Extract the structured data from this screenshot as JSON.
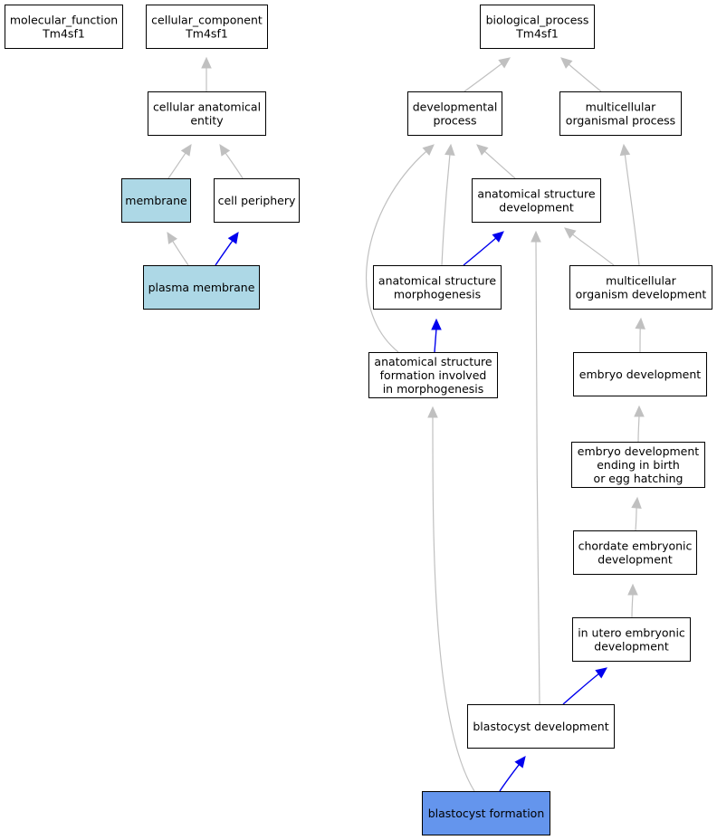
{
  "colors": {
    "default_fill": "#ffffff",
    "highlight_fill": "#add8e6",
    "focus_fill": "#6495ed",
    "edge_is_a": "#c0c0c0",
    "edge_part_of": "#0000ee"
  },
  "nodes": [
    {
      "id": "mf",
      "lines": [
        "molecular_function",
        "Tm4sf1"
      ],
      "fill": "default"
    },
    {
      "id": "cc",
      "lines": [
        "cellular_component",
        "Tm4sf1"
      ],
      "fill": "default"
    },
    {
      "id": "bp",
      "lines": [
        "biological_process",
        "Tm4sf1"
      ],
      "fill": "default"
    },
    {
      "id": "cae",
      "lines": [
        "cellular anatomical",
        "entity"
      ],
      "fill": "default"
    },
    {
      "id": "dp",
      "lines": [
        "developmental",
        "process"
      ],
      "fill": "default"
    },
    {
      "id": "mop",
      "lines": [
        "multicellular",
        "organismal process"
      ],
      "fill": "default"
    },
    {
      "id": "mem",
      "lines": [
        "membrane"
      ],
      "fill": "highlight"
    },
    {
      "id": "cp",
      "lines": [
        "cell periphery"
      ],
      "fill": "default"
    },
    {
      "id": "asd",
      "lines": [
        "anatomical structure",
        "development"
      ],
      "fill": "default"
    },
    {
      "id": "pm",
      "lines": [
        "plasma membrane"
      ],
      "fill": "highlight"
    },
    {
      "id": "asm",
      "lines": [
        "anatomical structure",
        "morphogenesis"
      ],
      "fill": "default"
    },
    {
      "id": "mod",
      "lines": [
        "multicellular",
        "organism development"
      ],
      "fill": "default"
    },
    {
      "id": "asf",
      "lines": [
        "anatomical structure",
        "formation involved",
        "in morphogenesis"
      ],
      "fill": "default"
    },
    {
      "id": "ed",
      "lines": [
        "embryo development"
      ],
      "fill": "default"
    },
    {
      "id": "edb",
      "lines": [
        "embryo development",
        "ending in birth",
        "or egg hatching"
      ],
      "fill": "default"
    },
    {
      "id": "ced",
      "lines": [
        "chordate embryonic",
        "development"
      ],
      "fill": "default"
    },
    {
      "id": "iued",
      "lines": [
        "in utero embryonic",
        "development"
      ],
      "fill": "default"
    },
    {
      "id": "bd",
      "lines": [
        "blastocyst development"
      ],
      "fill": "default"
    },
    {
      "id": "bf",
      "lines": [
        "blastocyst formation"
      ],
      "fill": "focus"
    }
  ],
  "edges": [
    {
      "from": "cae",
      "to": "cc",
      "type": "is_a"
    },
    {
      "from": "mem",
      "to": "cae",
      "type": "is_a"
    },
    {
      "from": "cp",
      "to": "cae",
      "type": "is_a"
    },
    {
      "from": "pm",
      "to": "mem",
      "type": "is_a"
    },
    {
      "from": "pm",
      "to": "cp",
      "type": "part_of"
    },
    {
      "from": "dp",
      "to": "bp",
      "type": "is_a"
    },
    {
      "from": "mop",
      "to": "bp",
      "type": "is_a"
    },
    {
      "from": "asd",
      "to": "dp",
      "type": "is_a"
    },
    {
      "from": "asm",
      "to": "dp",
      "type": "is_a"
    },
    {
      "from": "asm",
      "to": "asd",
      "type": "part_of"
    },
    {
      "from": "asf",
      "to": "dp",
      "type": "is_a"
    },
    {
      "from": "asf",
      "to": "asm",
      "type": "part_of"
    },
    {
      "from": "mod",
      "to": "mop",
      "type": "is_a"
    },
    {
      "from": "mod",
      "to": "asd",
      "type": "is_a"
    },
    {
      "from": "ed",
      "to": "mod",
      "type": "is_a"
    },
    {
      "from": "edb",
      "to": "ed",
      "type": "is_a"
    },
    {
      "from": "ced",
      "to": "edb",
      "type": "is_a"
    },
    {
      "from": "iued",
      "to": "ced",
      "type": "is_a"
    },
    {
      "from": "bd",
      "to": "iued",
      "type": "part_of"
    },
    {
      "from": "bd",
      "to": "asd",
      "type": "is_a"
    },
    {
      "from": "bf",
      "to": "bd",
      "type": "part_of"
    },
    {
      "from": "bf",
      "to": "asf",
      "type": "is_a"
    }
  ]
}
